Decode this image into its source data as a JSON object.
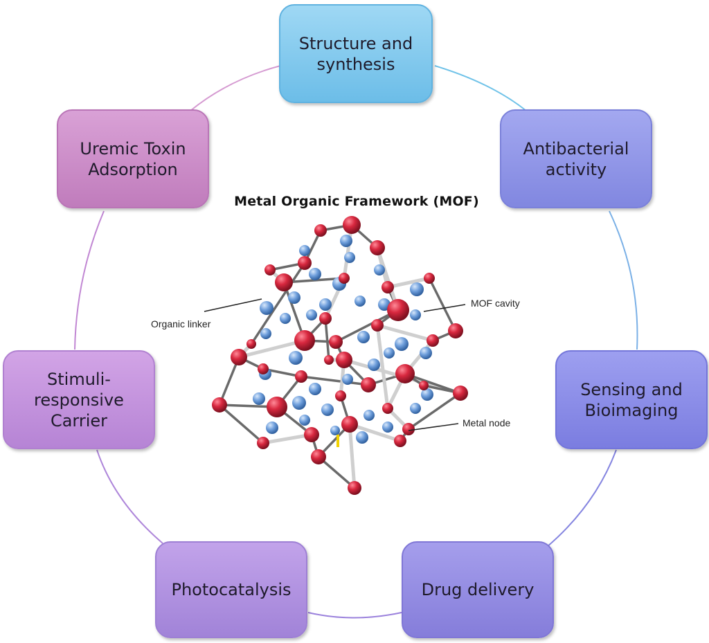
{
  "title": "Metal Organic Framework (MOF)",
  "labels": {
    "organic_linker": "Organic linker",
    "mof_cavity": "MOF cavity",
    "metal_node": "Metal node"
  },
  "nodes": {
    "structure": "Structure and\nsynthesis",
    "antibacterial": "Antibacterial\nactivity",
    "sensing": "Sensing and\nBioimaging",
    "drug": "Drug delivery",
    "photocatalysis": "Photocatalysis",
    "stimuli": "Stimuli-\nresponsive\nCarrier",
    "uremic": "Uremic Toxin\nAdsorption"
  },
  "colors": {
    "structure": "#7cc6ec",
    "antibacterial": "#8a8fe6",
    "sensing": "#8385e4",
    "drug": "#8f86de",
    "photocatalysis": "#ad8ad9",
    "stimuli": "#c08ad6",
    "uremic": "#c784c3",
    "metal_node": "#d8283f",
    "linker_sphere": "#5e93d6"
  }
}
